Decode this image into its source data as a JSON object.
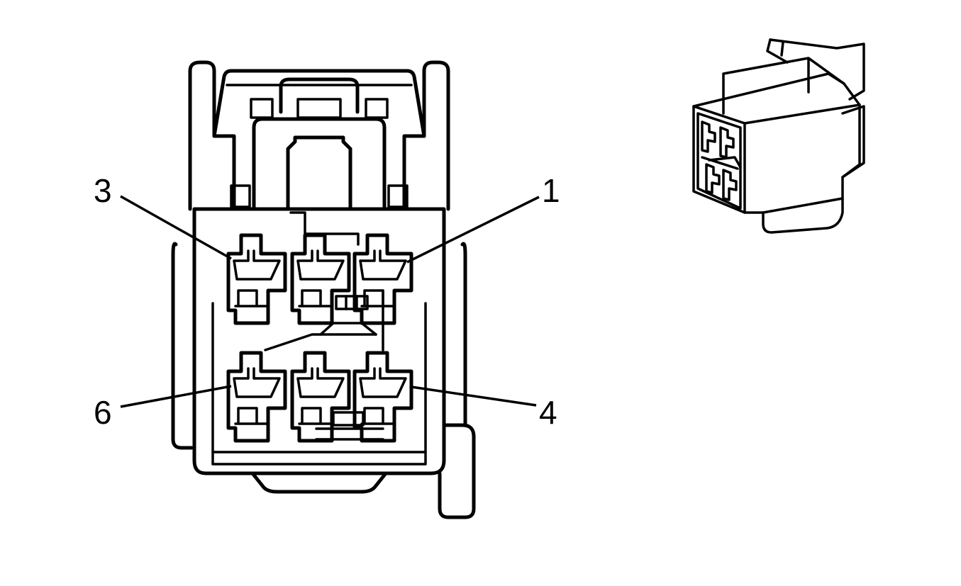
{
  "diagram": {
    "pin_labels": {
      "pin_3": "3",
      "pin_1": "1",
      "pin_6": "6",
      "pin_4": "4"
    }
  }
}
